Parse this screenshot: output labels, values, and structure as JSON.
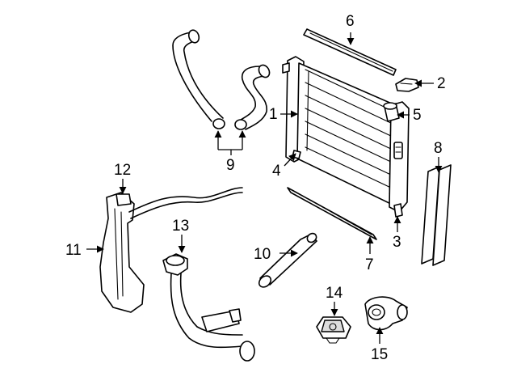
{
  "callouts": {
    "c1": "1",
    "c2": "2",
    "c3": "3",
    "c4": "4",
    "c5": "5",
    "c6": "6",
    "c7": "7",
    "c8": "8",
    "c9": "9",
    "c10": "10",
    "c11": "11",
    "c12": "12",
    "c13": "13",
    "c14": "14",
    "c15": "15"
  },
  "colors": {
    "ink": "#000000",
    "paper": "#ffffff",
    "shade": "#dcdcdc"
  }
}
